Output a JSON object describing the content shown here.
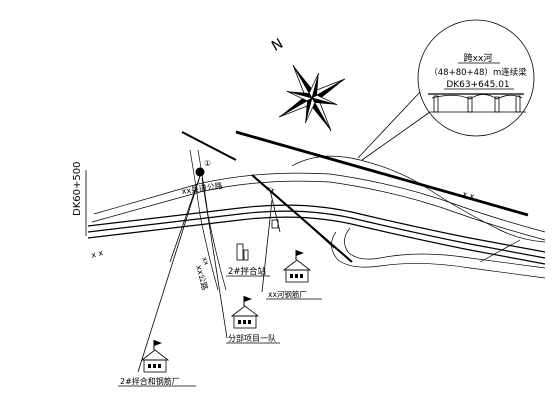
{
  "compass": {
    "north_label": "N",
    "rotation_deg": -30
  },
  "bridge_callout": {
    "title": "跨xx河",
    "span": "（48+80+48）m连续梁",
    "station": "DK63+645.01"
  },
  "chainage": {
    "label": "DK60+500"
  },
  "circle_marker": {
    "label": "①"
  },
  "roads": {
    "county_road": "xx县道公路",
    "road_lower": "xx公路",
    "road_upper_right": "x x",
    "left_direction": "x x",
    "river_label": "xx",
    "short_label": "xx"
  },
  "facilities": [
    {
      "id": "mixing-station-2",
      "label": "2#拌合站"
    },
    {
      "id": "steel-yard-river",
      "label": "xx河钢筋厂"
    },
    {
      "id": "project-dept-1",
      "label": "分部项目一队"
    },
    {
      "id": "mixing-steel-2",
      "label": "2#拌合和钢筋厂"
    }
  ],
  "colors": {
    "ink": "#000000",
    "background": "#ffffff"
  }
}
